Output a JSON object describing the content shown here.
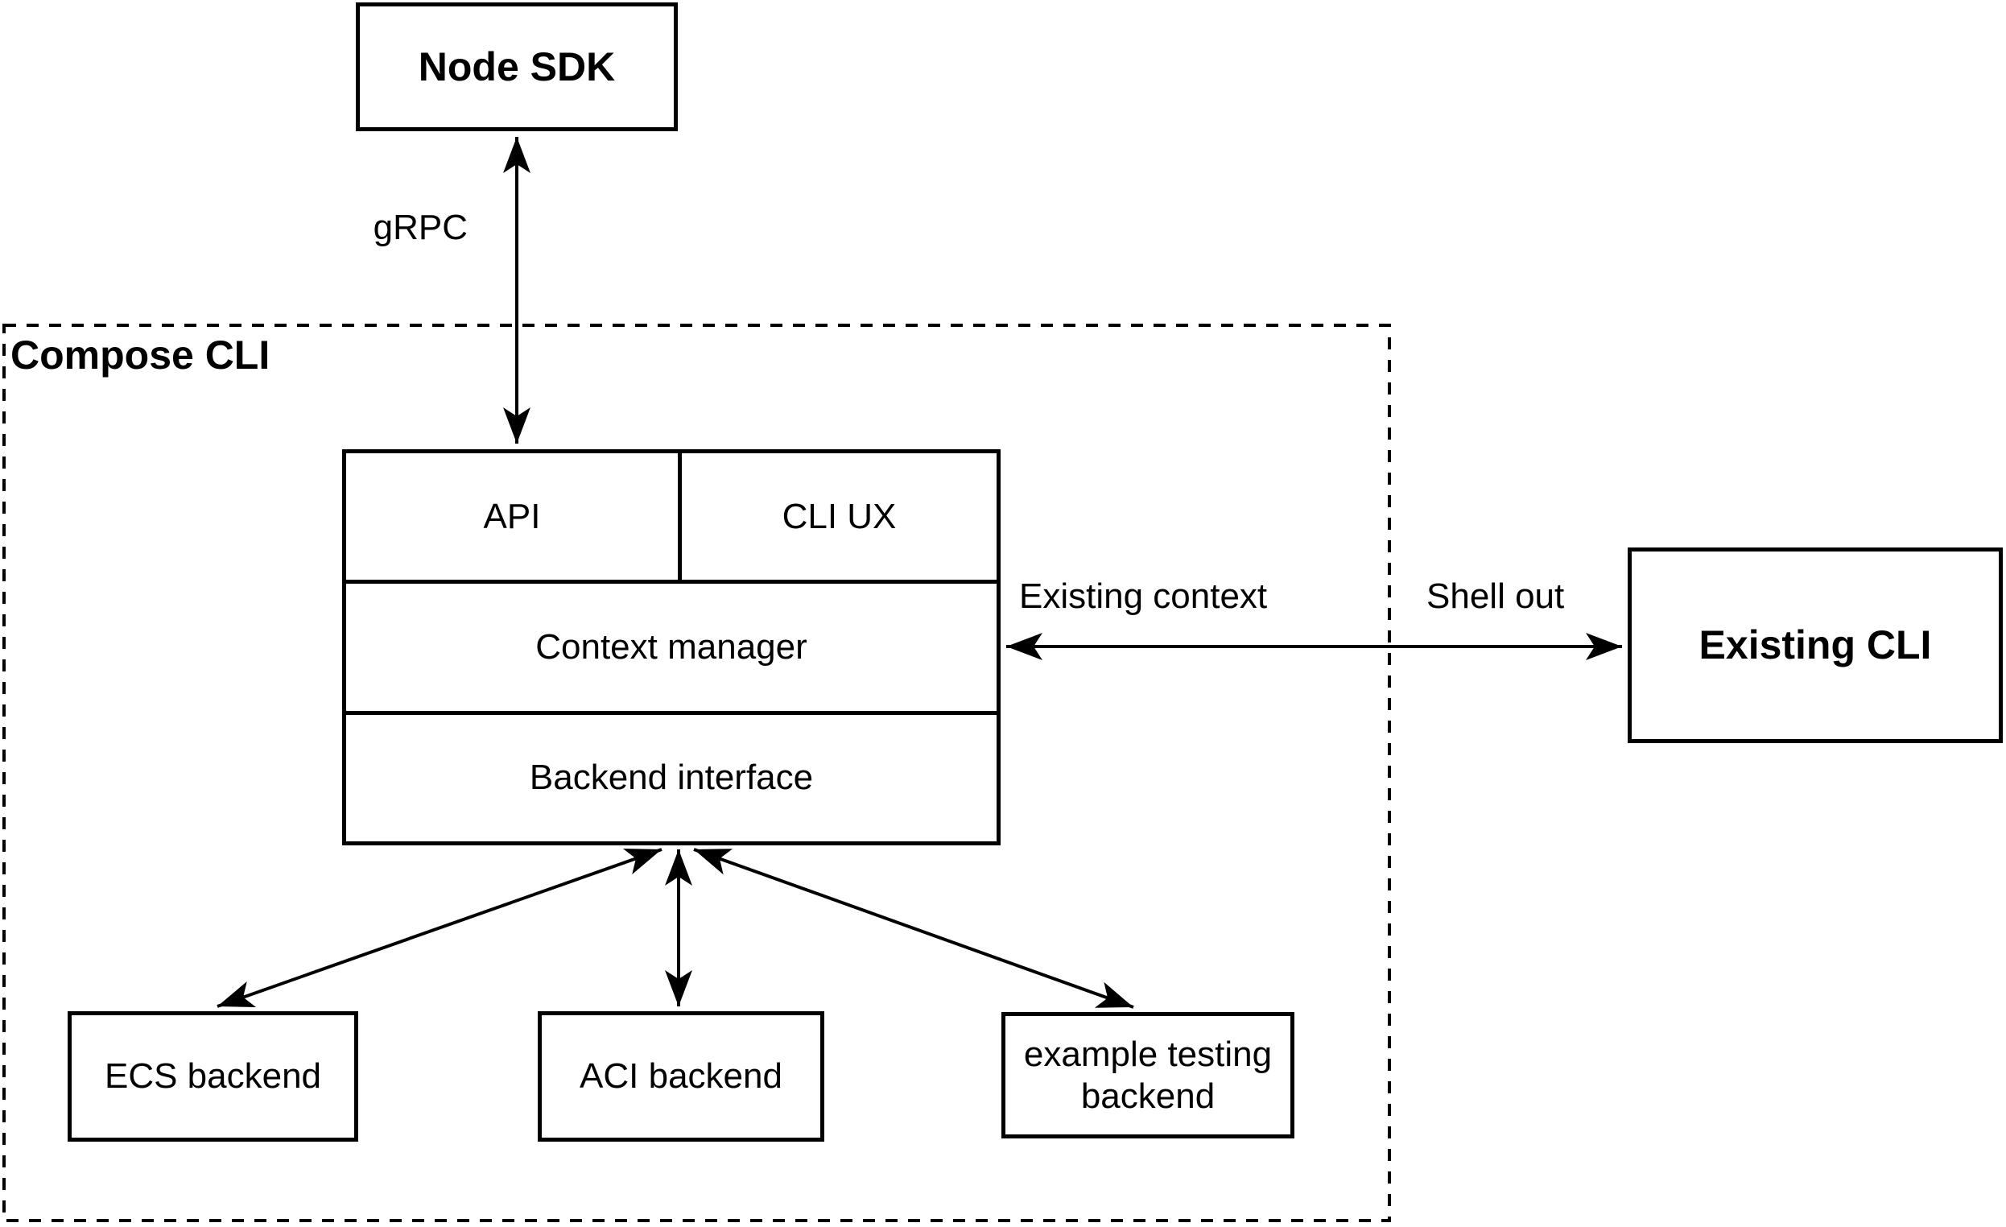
{
  "canvas": {
    "background": "#ffffff",
    "stroke_color": "#000000"
  },
  "nodes": {
    "node_sdk": {
      "label": "Node SDK"
    },
    "compose_cli_container": {
      "label": "Compose CLI"
    },
    "stack": {
      "api": {
        "label": "API"
      },
      "cli_ux": {
        "label": "CLI UX"
      },
      "context_manager": {
        "label": "Context manager"
      },
      "backend_interface": {
        "label": "Backend interface"
      }
    },
    "existing_cli": {
      "label": "Existing CLI"
    },
    "ecs_backend": {
      "label": "ECS backend"
    },
    "aci_backend": {
      "label": "ACI backend"
    },
    "example_testing_backend": {
      "label": "example testing backend"
    }
  },
  "edges": {
    "grpc": {
      "label": "gRPC"
    },
    "existing_context": {
      "label": "Existing context"
    },
    "shell_out": {
      "label": "Shell out"
    }
  }
}
